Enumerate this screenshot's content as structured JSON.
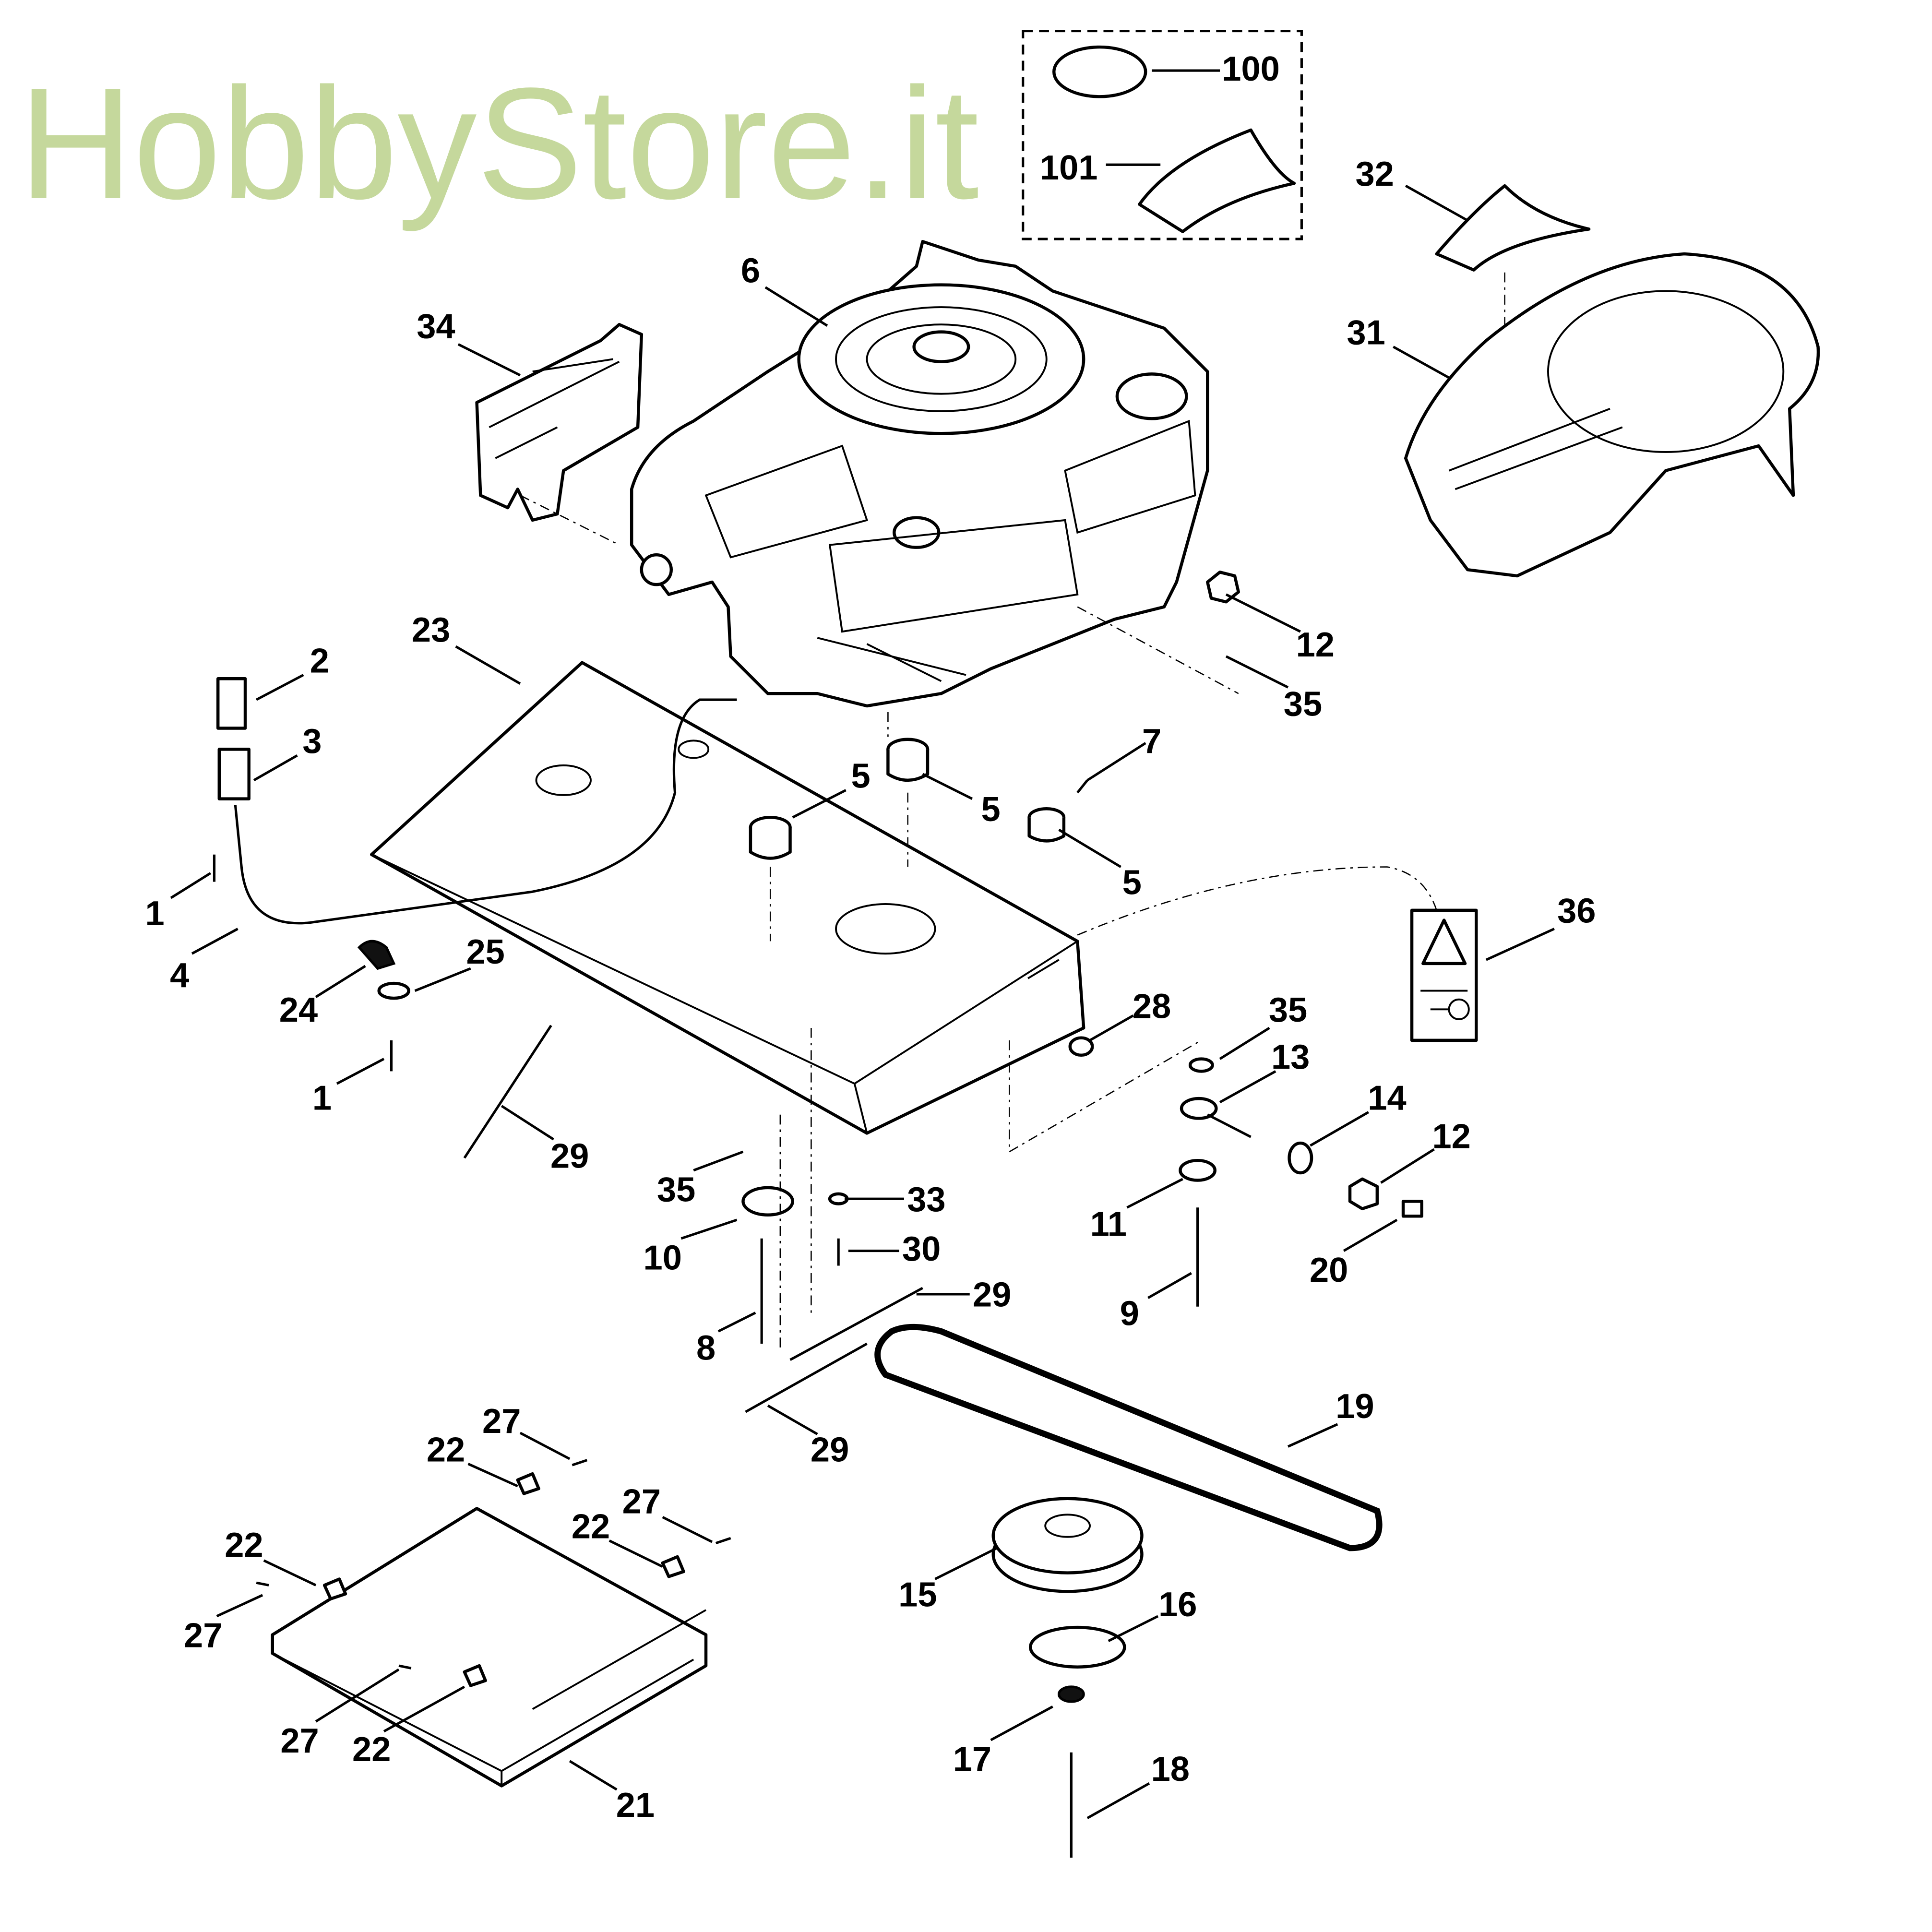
{
  "diagram": {
    "kind": "exploded parts diagram",
    "watermark": "HobbyStore.it",
    "callouts": [
      "100",
      "101",
      "32",
      "6",
      "34",
      "31",
      "23",
      "2",
      "3",
      "12",
      "35",
      "7",
      "5",
      "5",
      "5",
      "36",
      "1",
      "4",
      "25",
      "24",
      "28",
      "35",
      "13",
      "1",
      "14",
      "12",
      "29",
      "35",
      "33",
      "11",
      "10",
      "30",
      "20",
      "29",
      "9",
      "8",
      "19",
      "29",
      "27",
      "22",
      "27",
      "22",
      "22",
      "15",
      "16",
      "27",
      "17",
      "27",
      "22",
      "18",
      "21"
    ],
    "colors": {
      "line": "#000000",
      "watermark": "#c5d89c"
    }
  }
}
